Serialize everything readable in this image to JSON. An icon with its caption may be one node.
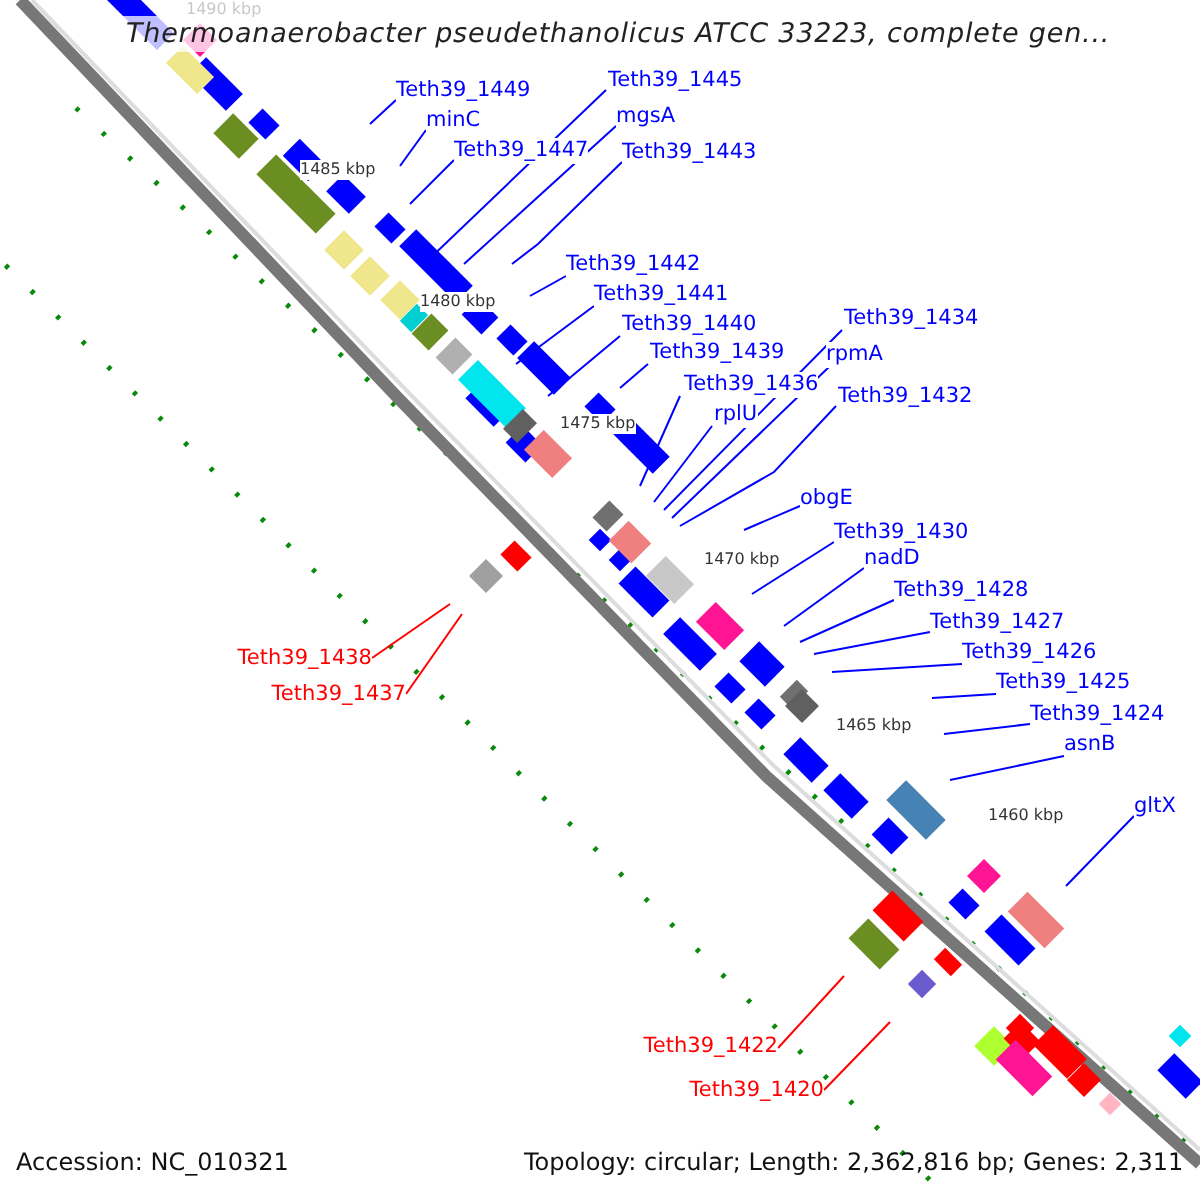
{
  "diagram": {
    "title": "Thermoanaerobacter pseudethanolicus ATCC 33223, complete gen...",
    "nodes": [
      {
        "text": [
          "Teth39_1449"
        ]
      },
      {
        "text": [
          "minC"
        ]
      },
      {
        "text": [
          "Teth39_1447"
        ]
      },
      {
        "text": [
          "Teth39_1445"
        ]
      },
      {
        "text": [
          "mgsA"
        ]
      },
      {
        "text": [
          "Teth39_1443"
        ]
      },
      {
        "text": [
          "Teth39_1442"
        ]
      },
      {
        "text": [
          "Teth39_1441"
        ]
      },
      {
        "text": [
          "Teth39_1440"
        ]
      },
      {
        "text": [
          "Teth39_1439"
        ]
      },
      {
        "text": [
          "Teth39_1436"
        ]
      },
      {
        "text": [
          "rplU"
        ]
      },
      {
        "text": [
          "Teth39_1434"
        ]
      },
      {
        "text": [
          "rpmA"
        ]
      },
      {
        "text": [
          "Teth39_1432"
        ]
      },
      {
        "text": [
          "obgE"
        ]
      },
      {
        "text": [
          "Teth39_1430"
        ]
      },
      {
        "text": [
          "nadD"
        ]
      },
      {
        "text": [
          "Teth39_1428"
        ]
      },
      {
        "text": [
          "Teth39_1427"
        ]
      },
      {
        "text": [
          "Teth39_1426"
        ]
      },
      {
        "text": [
          "Teth39_1425"
        ]
      },
      {
        "text": [
          "Teth39_1424"
        ]
      },
      {
        "text": [
          "asnB"
        ]
      },
      {
        "text": [
          "gltX"
        ]
      },
      {
        "text": [
          "Teth39_1438"
        ]
      },
      {
        "text": [
          "Teth39_1437"
        ]
      },
      {
        "text": [
          "Teth39_1422"
        ]
      },
      {
        "text": [
          "Teth39_1420"
        ]
      }
    ],
    "edges": [
      {
        "from": 0,
        "to": null,
        "arrow": "none"
      },
      {
        "from": 1,
        "to": null,
        "arrow": "none"
      },
      {
        "from": 2,
        "to": null,
        "arrow": "none"
      },
      {
        "from": 3,
        "to": null,
        "arrow": "none"
      },
      {
        "from": 4,
        "to": null,
        "arrow": "none"
      },
      {
        "from": 5,
        "to": null,
        "arrow": "none"
      },
      {
        "from": 6,
        "to": null,
        "arrow": "none"
      },
      {
        "from": 7,
        "to": null,
        "arrow": "none"
      },
      {
        "from": 8,
        "to": null,
        "arrow": "none"
      },
      {
        "from": 9,
        "to": null,
        "arrow": "none"
      },
      {
        "from": 10,
        "to": null,
        "arrow": "none"
      },
      {
        "from": 11,
        "to": null,
        "arrow": "none"
      },
      {
        "from": 12,
        "to": null,
        "arrow": "none"
      },
      {
        "from": 13,
        "to": null,
        "arrow": "none"
      },
      {
        "from": 14,
        "to": null,
        "arrow": "none"
      },
      {
        "from": 15,
        "to": null,
        "arrow": "none"
      },
      {
        "from": 16,
        "to": null,
        "arrow": "none"
      },
      {
        "from": 17,
        "to": null,
        "arrow": "none"
      },
      {
        "from": 18,
        "to": null,
        "arrow": "none"
      },
      {
        "from": 19,
        "to": null,
        "arrow": "none"
      },
      {
        "from": 20,
        "to": null,
        "arrow": "none"
      },
      {
        "from": 21,
        "to": null,
        "arrow": "none"
      },
      {
        "from": 22,
        "to": null,
        "arrow": "none"
      },
      {
        "from": 23,
        "to": null,
        "arrow": "none"
      },
      {
        "from": 24,
        "to": null,
        "arrow": "none"
      },
      {
        "from": 25,
        "to": null,
        "arrow": "none",
        "color": "#ff0000"
      },
      {
        "from": 26,
        "to": null,
        "arrow": "none",
        "color": "#ff0000"
      },
      {
        "from": 27,
        "to": null,
        "arrow": "none",
        "color": "#ff0000"
      },
      {
        "from": 28,
        "to": null,
        "arrow": "none",
        "color": "#ff0000"
      }
    ],
    "labels": [
      "1490 kbp",
      "1485 kbp",
      "1480 kbp",
      "1475 kbp",
      "1470 kbp",
      "1465 kbp",
      "1460 kbp",
      "Accession: NC_010321",
      "Topology: circular; Length: 2,362,816 bp; Genes: 2,311"
    ]
  }
}
